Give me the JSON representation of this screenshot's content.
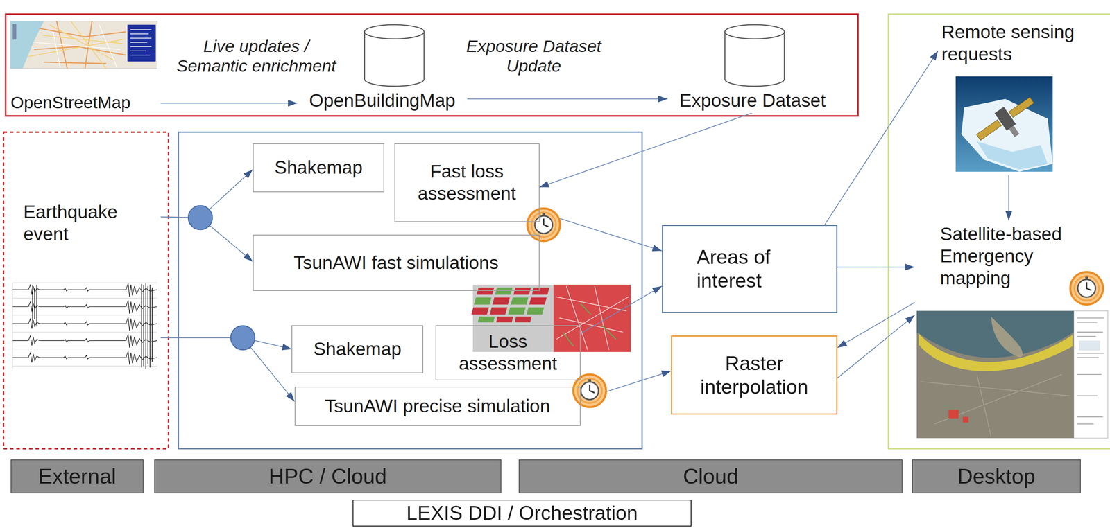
{
  "diagram": {
    "nodes": [
      {
        "text": [
          "OpenStreetMap"
        ]
      },
      {
        "text": [
          "OpenBuildingMap"
        ]
      },
      {
        "text": [
          "Exposure Dataset"
        ]
      },
      {
        "text": [
          "Earthquake event"
        ]
      },
      {
        "text": [
          "Shakemap"
        ]
      },
      {
        "text": [
          "Fast loss assessment"
        ]
      },
      {
        "text": [
          "TsunAWI fast simulations"
        ]
      },
      {
        "text": [
          "Shakemap"
        ]
      },
      {
        "text": [
          "Loss assessment"
        ]
      },
      {
        "text": [
          "TsunAWI precise simulation"
        ]
      },
      {
        "text": [
          "Areas of interest"
        ]
      },
      {
        "text": [
          "Raster interpolation"
        ]
      },
      {
        "text": [
          "Remote sensing requests"
        ]
      },
      {
        "text": [
          "Satellite-based Emergency mapping"
        ]
      },
      {
        "text": [
          "External"
        ]
      },
      {
        "text": [
          "HPC / Cloud"
        ]
      },
      {
        "text": [
          "Cloud"
        ]
      },
      {
        "text": [
          "Desktop"
        ]
      },
      {
        "text": [
          "LEXIS DDI / Orchestration"
        ]
      }
    ],
    "edges": [
      {
        "from": 0,
        "to": 1,
        "label": "Live updates / Semantic enrichment",
        "arrow": "to"
      },
      {
        "from": 1,
        "to": 2,
        "label": "Exposure Dataset Update",
        "arrow": "to"
      },
      {
        "from": 2,
        "to": 5,
        "arrow": "to"
      },
      {
        "from": 3,
        "to": 4,
        "arrow": "to"
      },
      {
        "from": 3,
        "to": 6,
        "arrow": "to"
      },
      {
        "from": 3,
        "to": 7,
        "arrow": "to"
      },
      {
        "from": 3,
        "to": 9,
        "arrow": "to"
      },
      {
        "from": 5,
        "to": 10,
        "arrow": "to"
      },
      {
        "from": 8,
        "to": 10,
        "arrow": "to"
      },
      {
        "from": 9,
        "to": 11,
        "arrow": "to"
      },
      {
        "from": 10,
        "to": 12,
        "arrow": "to"
      },
      {
        "from": 12,
        "to": 13,
        "arrow": "to"
      },
      {
        "from": 10,
        "to": 13,
        "arrow": "to"
      },
      {
        "from": 13,
        "to": 11,
        "arrow": "to"
      },
      {
        "from": 11,
        "to": 13,
        "arrow": "to"
      }
    ]
  }
}
